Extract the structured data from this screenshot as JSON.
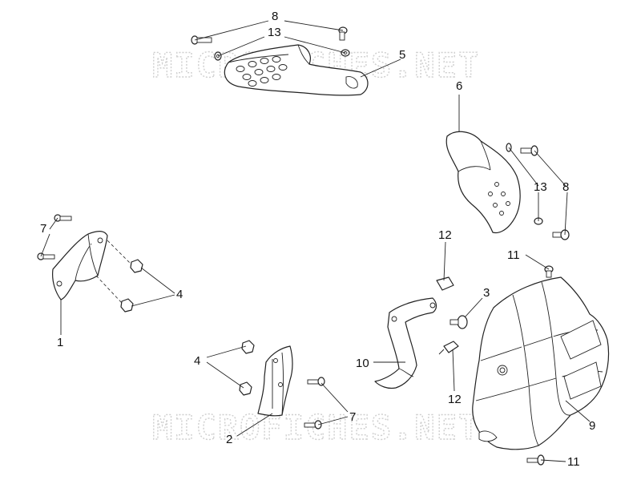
{
  "watermark": "MICROFICHES.NET",
  "callouts": {
    "c8_top": "8",
    "c13_top": "13",
    "c5": "5",
    "c6": "6",
    "c13_right": "13",
    "c8_right": "8",
    "c7_left": "7",
    "c4_left": "4",
    "c1": "1",
    "c12_top": "12",
    "c3": "3",
    "c11_top": "11",
    "c4_bottom": "4",
    "c10": "10",
    "c12_bottom": "12",
    "c9": "9",
    "c7_bottom": "7",
    "c2": "2",
    "c11_bottom": "11"
  }
}
